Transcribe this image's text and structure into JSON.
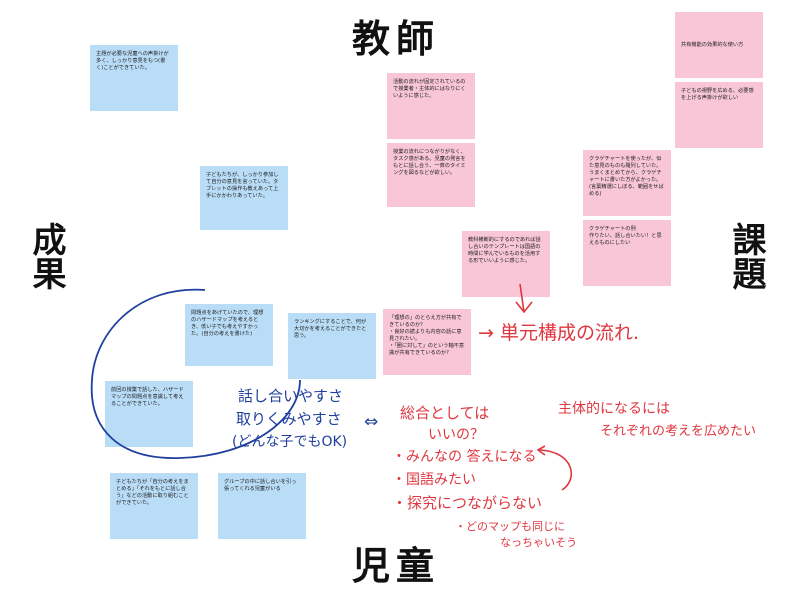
{
  "headings": {
    "teacher": "教師",
    "results": "成果",
    "issues": "課題",
    "children": "児童"
  },
  "notes": {
    "b1": "主題が必要な児童への声掛けが多く、しっかり意見をもつ(書く)ことができていた。",
    "b2": "子どもたちが、しっかり参加して自分の意見を言っていた。タブレットの操作も教えあって上手にかかわりあっていた。",
    "b3": "問題点をあげていたので、理想のハザードマップを考えるとき、低い子でも考えやすかった。(自分の考えを書けた)",
    "b4": "ランキングにすることで、何が大切かを考えることができたと思う。",
    "b5": "前回の授業で話した、ハザードマップの問題点を意識して考えることができていた。",
    "b6": "子どもたちが「自分の考えをまとめる」「それをもとに話し合う」などの活動に取り組むことができていた。",
    "b7": "グループの中に話し合いを引っ張ってくれる児童がいる",
    "p1": "活動の流れが固定されているので授業者・主体的にはなりにくいように感じた。",
    "p2": "授業の流れにつながりがなく、タスク感がある。児童の発言をもとに話し合う、一斉のタイミングを図るなどが欲しい。",
    "p3": "共有機能の効果的な使い方",
    "p4": "子どもの視野を広める、必要感を上げる声掛けが欲しい",
    "p5": "クラゲチャートを使ったが、似た意見のものも羅列していた。うまくまとめてから、クラゲチャートに書いた方がよかった。(言葉精選にしぼる、範囲をせばめる)",
    "p6": "クラゲチャートの例\n作りたい、話し合いたい！と思えるものにしたい",
    "p7": "教科横断的にするのであれば話し合いのテンプレートは国語の時間に学んでいるものを活用する形でいいように感じた。",
    "p8": "「理想の」のとらえ方が共有できているのか？\n・良好の読よりも内容の話に意見されたい。\n・「圏に対して」のという軸不意識が共有できているのか？"
  },
  "handwriting": {
    "flow": "→ 単元構成の流れ.",
    "blue_line1": "話し合いやすさ",
    "blue_line2": "取りくみやすさ",
    "blue_line3": "(どんな子でもOK)",
    "arrow": "⇔",
    "red1": "総合としては",
    "red2": "いいの？",
    "red3": "・みんなの 答えになる",
    "red4": "・国語みたい",
    "red5": "・探究につながらない",
    "red6": "・どのマップも同じに",
    "red7": "なっちゃいそう",
    "right1": "主体的になるには",
    "right2": "それぞれの考えを広めたい"
  },
  "colors": {
    "blue_note": "#b9dcf7",
    "pink_note": "#f8c6d6",
    "red_ink": "#e0363f",
    "navy_ink": "#1f3f9e"
  }
}
